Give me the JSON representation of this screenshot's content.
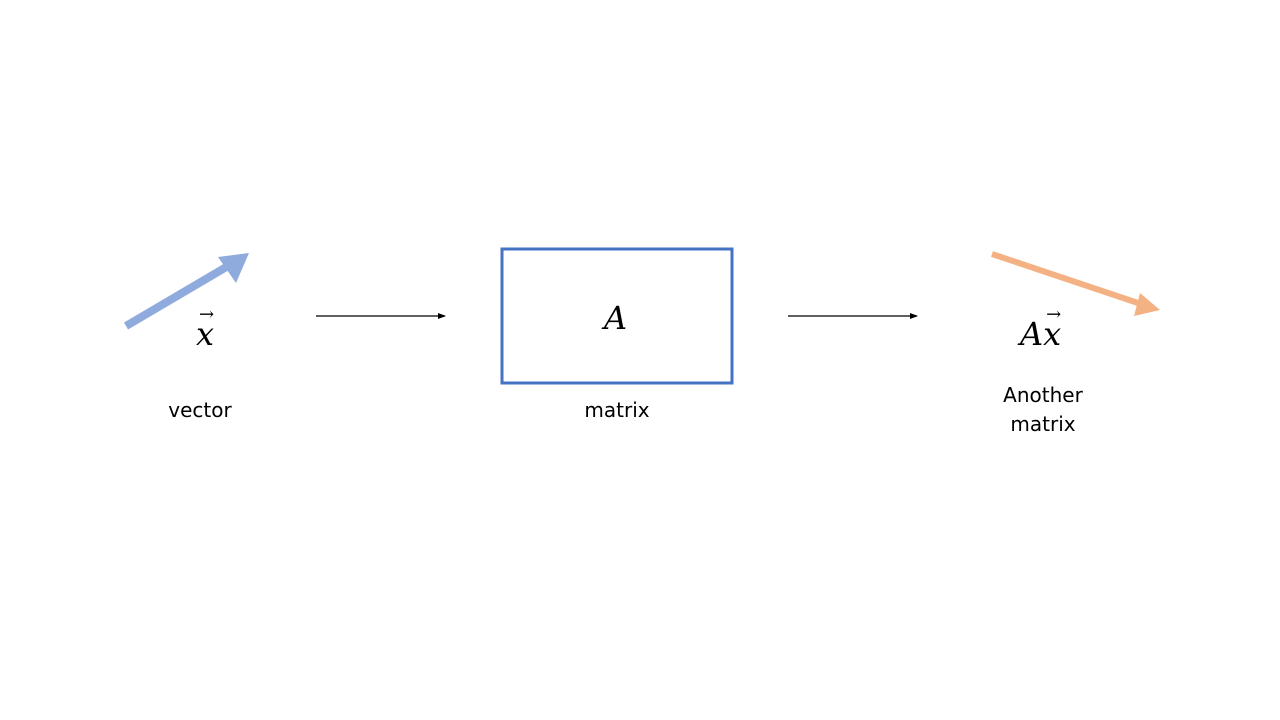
{
  "colors": {
    "input_arrow": "#8faadc",
    "output_arrow": "#f4b183",
    "matrix_border": "#4472c4",
    "connector": "#000000"
  },
  "input": {
    "symbol": "x",
    "vector_mark": "→",
    "caption": "vector"
  },
  "matrix": {
    "symbol": "A",
    "caption": "matrix"
  },
  "output": {
    "symbol_prefix": "A",
    "symbol": "x",
    "vector_mark": "→",
    "caption_line1": "Another",
    "caption_line2": "matrix"
  }
}
